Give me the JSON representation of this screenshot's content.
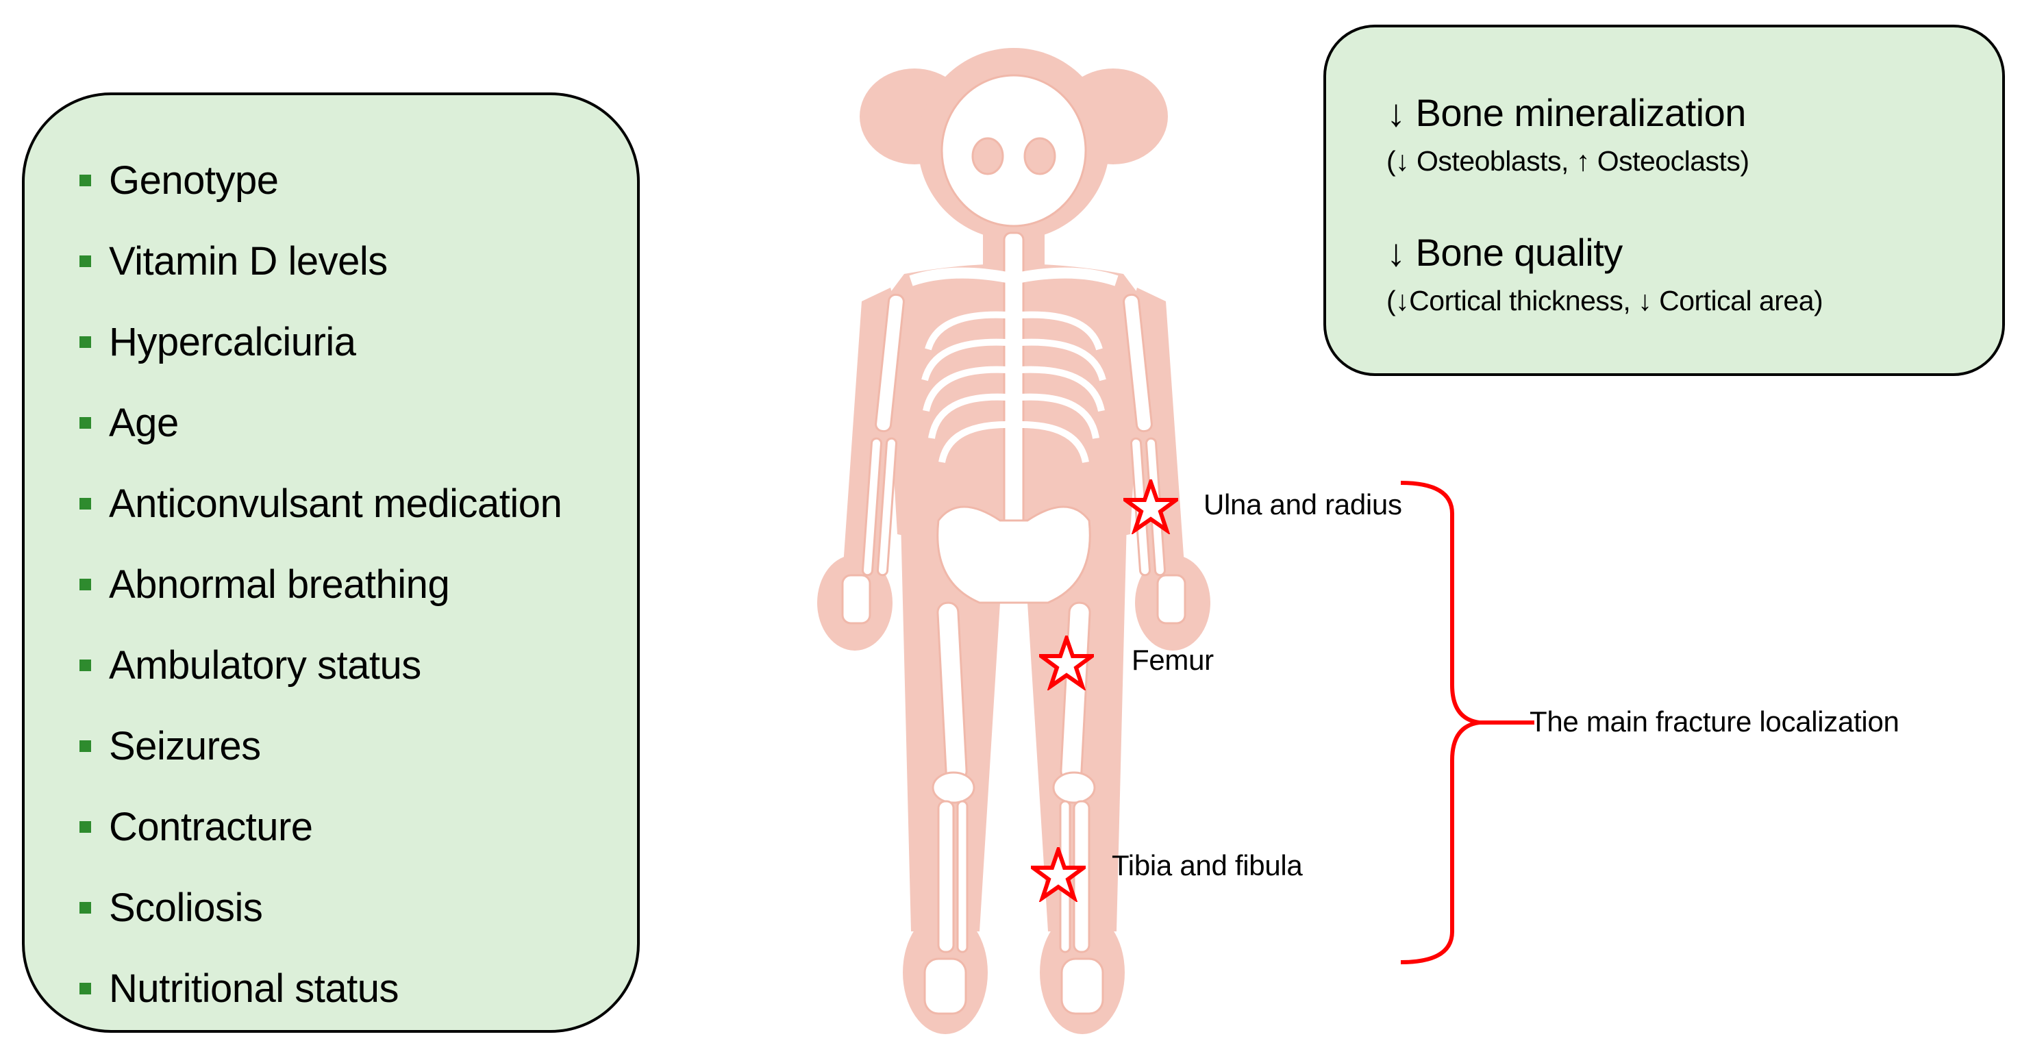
{
  "risk_factors": {
    "items": [
      "Genotype",
      "Vitamin D levels",
      "Hypercalciuria",
      "Age",
      "Anticonvulsant medication",
      "Abnormal breathing",
      "Ambulatory status",
      "Seizures",
      "Contracture",
      "Scoliosis",
      "Nutritional status"
    ],
    "bullet_color": "#2e8b2e",
    "panel_color": "#dcefd9"
  },
  "bone_effects": {
    "mineralization_title": "↓ Bone mineralization",
    "mineralization_detail": "(↓ Osteoblasts, ↑ Osteoclasts)",
    "quality_title": "↓ Bone quality",
    "quality_detail": "(↓Cortical thickness, ↓ Cortical area)"
  },
  "fracture_sites": {
    "ulna_radius": "Ulna and radius",
    "femur": "Femur",
    "tibia_fibula": "Tibia and fibula",
    "bracket_label": "The main fracture localization",
    "marker_color": "#ff0000"
  },
  "figure": {
    "skeleton_color": "#f4c7bc",
    "bone_color": "#ffffff"
  }
}
